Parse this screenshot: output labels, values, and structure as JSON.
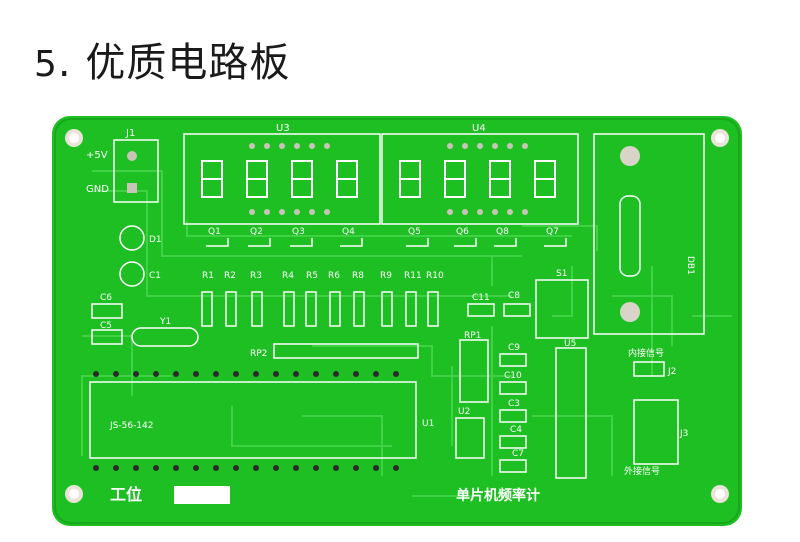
{
  "heading": {
    "number": "5",
    "dot": ".",
    "text": "优质电路板"
  },
  "board": {
    "colors": {
      "mask": "#1dbf22",
      "trace": "#3fd244",
      "silk": "#ffffff",
      "pad": "#c8c4b8",
      "hole": "#2a2a2a"
    },
    "labels": {
      "j1": "J1",
      "plus5v": "+5V",
      "gnd": "GND",
      "u3": "U3",
      "u4": "U4",
      "d1": "D1",
      "c1": "C1",
      "c6": "C6",
      "c5": "C5",
      "y1": "Y1",
      "q1": "Q1",
      "q2": "Q2",
      "q3": "Q3",
      "q4": "Q4",
      "q5": "Q5",
      "q6": "Q6",
      "q8": "Q8",
      "q7": "Q7",
      "r1": "R1",
      "r2": "R2",
      "r3": "R3",
      "r4": "R4",
      "r5": "R5",
      "r6": "R6",
      "r8": "R8",
      "r9": "R9",
      "r11": "R11",
      "r10": "R10",
      "rp2": "RP2",
      "rp1": "RP1",
      "u1": "U1",
      "u2": "U2",
      "u5": "U5",
      "s1": "S1",
      "c11": "C11",
      "c8": "C8",
      "c9": "C9",
      "c10": "C10",
      "c3": "C3",
      "c4": "C4",
      "c7": "C7",
      "db1": "DB1",
      "j2": "J2",
      "j3": "J3",
      "inner_signal": "内接信号",
      "outer_signal": "外接信号",
      "chip": "JS-56-142",
      "station": "工位",
      "title": "单片机频率计"
    }
  }
}
